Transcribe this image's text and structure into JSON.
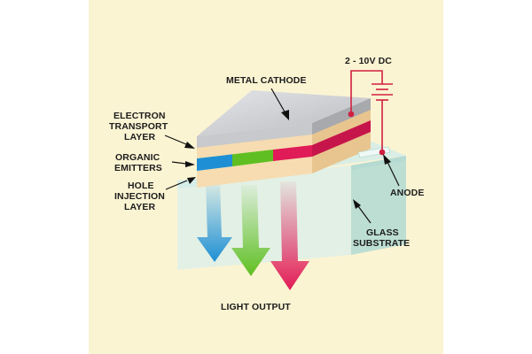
{
  "diagram": {
    "voltage_label": "2 - 10V DC",
    "labels": {
      "metal_cathode": "METAL CATHODE",
      "electron_transport": [
        "ELECTRON",
        "TRANSPORT",
        "LAYER"
      ],
      "organic_emitters": [
        "ORGANIC",
        "EMITTERS"
      ],
      "hole_injection": [
        "HOLE",
        "INJECTION",
        "LAYER"
      ],
      "anode": "ANODE",
      "glass_substrate": [
        "GLASS",
        "SUBSTRATE"
      ],
      "light_output": "LIGHT OUTPUT"
    },
    "colors": {
      "panel_background": "#fbf4d3",
      "cathode": "#c8c9cc",
      "electron_transport_layer": "#f6dcb0",
      "emitter_blue": "#1e8fd4",
      "emitter_green": "#5fbf22",
      "emitter_red": "#df1b58",
      "hole_injection_layer": "#f6dcb0",
      "glass": "#d4ece8",
      "circuit": "#d11f3f"
    }
  }
}
